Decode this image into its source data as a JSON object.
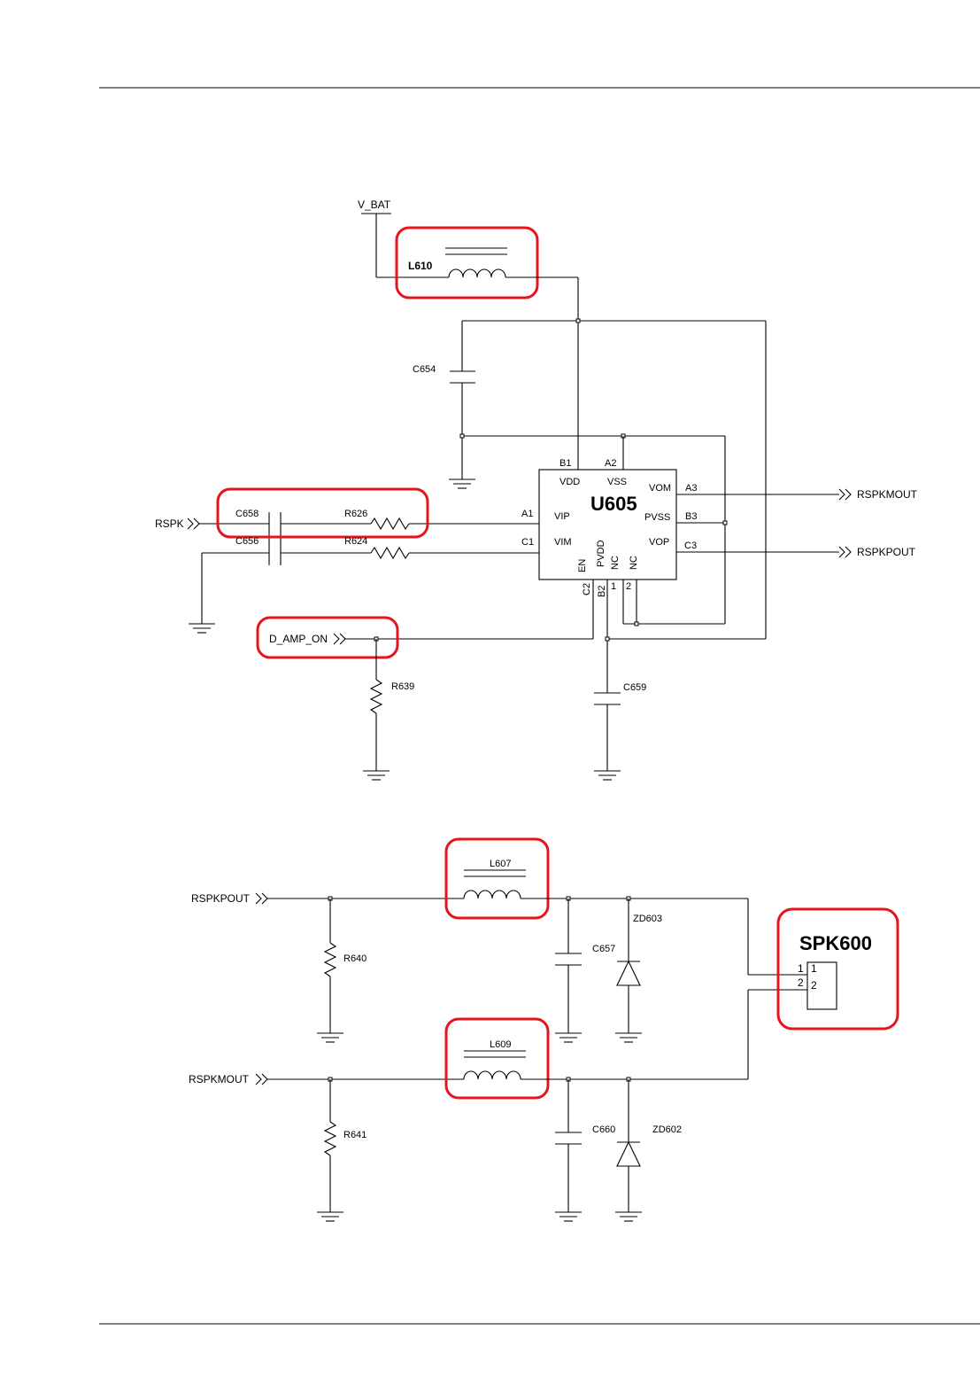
{
  "colors": {
    "highlight": "#e8141c",
    "wire": "#000000",
    "background": "#ffffff"
  },
  "amplifier": {
    "supply": "V_BAT",
    "ic": {
      "ref": "U605",
      "pins_left": [
        "VIP",
        "VIM"
      ],
      "pins_top": [
        "VDD",
        "VSS"
      ],
      "pins_right": [
        "VOM",
        "PVSS",
        "VOP"
      ],
      "pins_bottom": [
        "EN",
        "PVDD",
        "NC",
        "NC"
      ]
    },
    "balls": {
      "b1": "B1",
      "a2": "A2",
      "a1": "A1",
      "c1": "C1",
      "a3": "A3",
      "b3": "B3",
      "c3": "C3",
      "c2": "C2",
      "b2": "B2",
      "nc1": "1",
      "nc2": "2"
    },
    "components": {
      "l610": "L610",
      "c654": "C654",
      "c658": "C658",
      "c656": "C656",
      "r626": "R626",
      "r624": "R624",
      "r639": "R639",
      "c659": "C659"
    },
    "nets": {
      "rspk": "RSPK",
      "d_amp_on": "D_AMP_ON",
      "rspkmout": "RSPKMOUT",
      "rspkpout": "RSPKPOUT"
    }
  },
  "filter": {
    "nets": {
      "in_pos": "RSPKPOUT",
      "in_neg": "RSPKMOUT"
    },
    "components": {
      "l607": "L607",
      "l609": "L609",
      "r640": "R640",
      "r641": "R641",
      "c657": "C657",
      "c660": "C660",
      "zd603": "ZD603",
      "zd602": "ZD602"
    },
    "speaker": {
      "ref": "SPK600",
      "pin1": "1",
      "pin2": "2"
    }
  }
}
